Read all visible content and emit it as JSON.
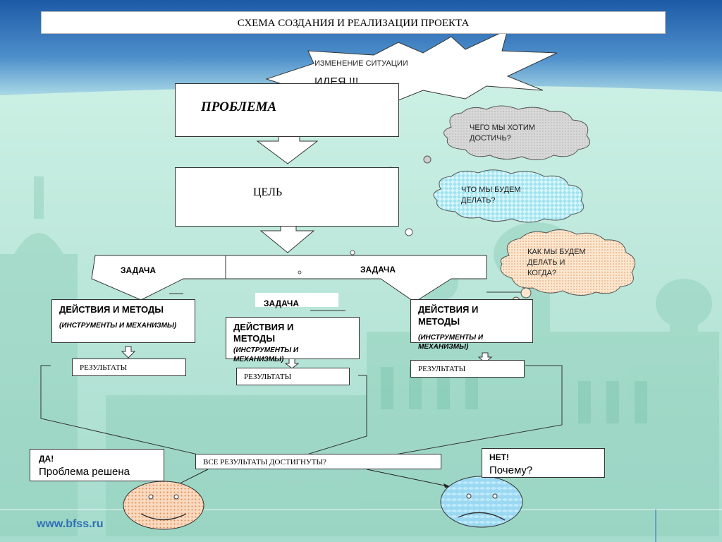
{
  "title": "СХЕМА СОЗДАНИЯ И РЕАЛИЗАЦИИ ПРОЕКТА",
  "burst": {
    "line1": "ИЗМЕНЕНИЕ СИТУАЦИИ",
    "line2": "ИДЕЯ !!!"
  },
  "problem": "ПРОБЛЕМА",
  "goal": "ЦЕЛЬ",
  "clouds": {
    "c1": {
      "line1": "ЧЕГО МЫ ХОТИМ",
      "line2": "ДОСТИЧЬ?"
    },
    "c2": {
      "line1": "ЧТО МЫ БУДЕМ",
      "line2": "ДЕЛАТЬ?"
    },
    "c3": {
      "line1": "КАК МЫ БУДЕМ",
      "line2": "ДЕЛАТЬ И",
      "line3": "КОГДА?"
    }
  },
  "tasks": {
    "left": "ЗАДАЧА",
    "middle": "ЗАДАЧА",
    "right": "ЗАДАЧА"
  },
  "actions": {
    "left": {
      "title": "ДЕЙСТВИЯ И МЕТОДЫ",
      "sub": "(ИНСТРУМЕНТЫ И МЕХАНИЗМЫ)"
    },
    "middle": {
      "title": "ДЕЙСТВИЯ И МЕТОДЫ",
      "sub": "(ИНСТРУМЕНТЫ И МЕХАНИЗМЫ)"
    },
    "right": {
      "title": "ДЕЙСТВИЯ И МЕТОДЫ",
      "sub": "(ИНСТРУМЕНТЫ И МЕХАНИЗМЫ)"
    }
  },
  "results": {
    "left": "РЕЗУЛЬТАТЫ",
    "middle": "РЕЗУЛЬТАТЫ",
    "right": "РЕЗУЛЬТАТЫ"
  },
  "all_results": "ВСЕ РЕЗУЛЬТАТЫ ДОСТИГНУТЫ?",
  "yes": {
    "label": "ДА!",
    "text": "Проблема решена"
  },
  "no": {
    "label": "НЕТ!",
    "text": "Почему?"
  },
  "footer_url": "www.bfss.ru",
  "colors": {
    "top_blue": "#2f6fb4",
    "mint": "#bfe9dc",
    "cloud_gray": "#cfcfcf",
    "cloud_cyan": "#b8ecf5",
    "cloud_peach": "#f7d8b5",
    "smile": "#f6c9a3",
    "sad": "#8ed0ee"
  }
}
